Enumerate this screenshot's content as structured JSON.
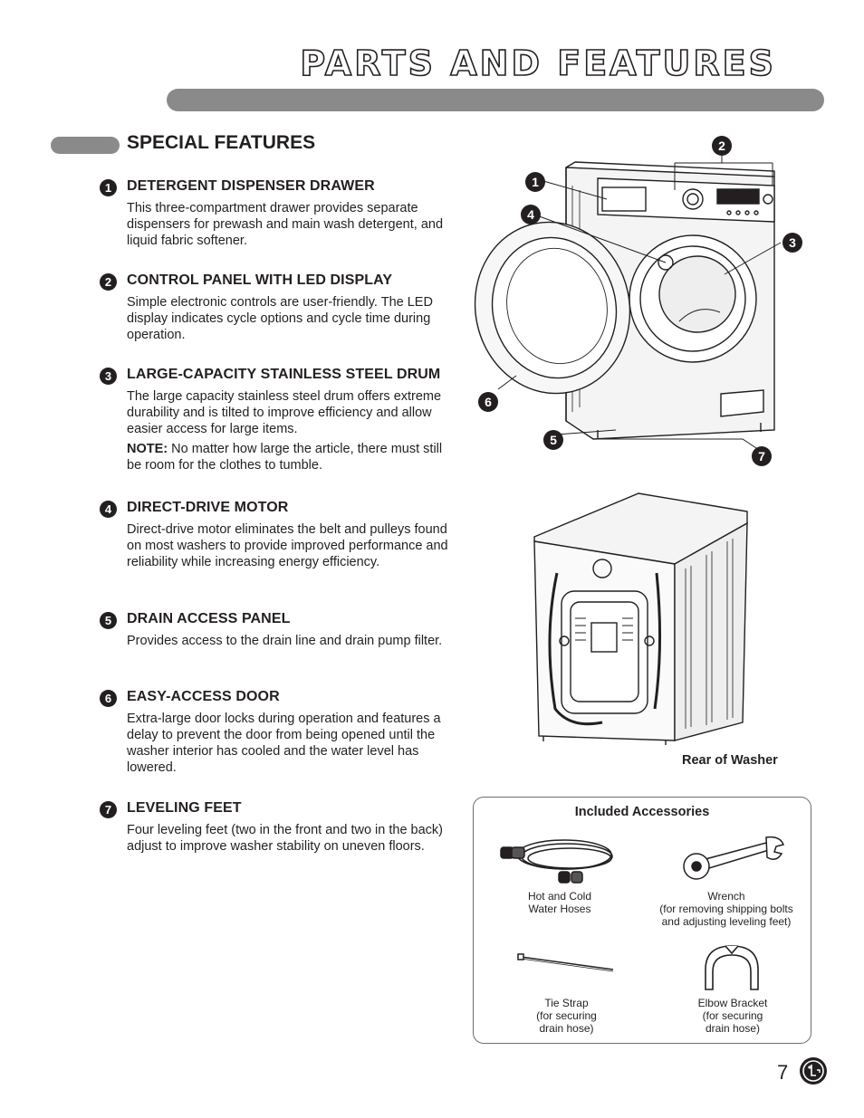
{
  "header": {
    "title": "PARTS AND FEATURES"
  },
  "section": {
    "title": "SPECIAL FEATURES"
  },
  "features": [
    {
      "num": "1",
      "title": "DETERGENT DISPENSER DRAWER",
      "body": "This three-compartment drawer provides separate dispensers for prewash and main wash detergent, and liquid fabric softener."
    },
    {
      "num": "2",
      "title": "CONTROL PANEL WITH LED DISPLAY",
      "body": "Simple electronic controls are user-friendly. The LED display indicates cycle options and cycle time during operation."
    },
    {
      "num": "3",
      "title": "LARGE-CAPACITY STAINLESS STEEL DRUM",
      "body": "The large capacity stainless steel drum offers extreme durability and is tilted to improve efficiency and allow easier access for large items.",
      "note_label": "NOTE:",
      "note": " No matter how large the article, there must still be room for the clothes to tumble."
    },
    {
      "num": "4",
      "title": "DIRECT-DRIVE MOTOR",
      "body": "Direct-drive motor eliminates the belt and pulleys found on most washers to provide improved performance and reliability while increasing energy efficiency."
    },
    {
      "num": "5",
      "title": "DRAIN ACCESS PANEL",
      "body": "Provides access to the drain line and drain pump filter."
    },
    {
      "num": "6",
      "title": "EASY-ACCESS DOOR",
      "body": "Extra-large door locks during operation and features a delay to prevent the door from being opened until the washer interior has cooled and the water level has lowered."
    },
    {
      "num": "7",
      "title": "LEVELING FEET",
      "body": "Four leveling feet (two in the front and two in the back) adjust to improve washer stability on uneven floors."
    }
  ],
  "callouts": [
    "1",
    "2",
    "3",
    "4",
    "5",
    "6",
    "7"
  ],
  "rear": {
    "caption": "Rear of Washer"
  },
  "accessories": {
    "title": "Included Accessories",
    "hoses": "Hot and Cold\nWater Hoses",
    "wrench": "Wrench\n(for removing shipping bolts\nand adjusting leveling feet)",
    "tie_strap": "Tie Strap\n(for securing\ndrain hose)",
    "elbow": "Elbow Bracket\n(for securing\ndrain hose)"
  },
  "footer": {
    "page_number": "7"
  }
}
